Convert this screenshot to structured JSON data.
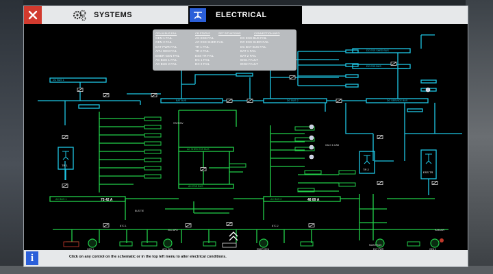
{
  "tabs": {
    "systems_label": "SYSTEMS",
    "electrical_label": "ELECTRICAL",
    "active": "ELECTRICAL"
  },
  "menu": {
    "headers": [
      "GEN & BUS FAIL",
      "CB STATUS",
      "SET SITUATIONS",
      "CONNECTION INFO"
    ],
    "col1": [
      "GEN 1 FAIL",
      "GEN 2 FAIL",
      "EXT PWR FAIL",
      "APU GEN FAIL",
      "EMER GEN FAIL",
      "AC BUS 1 FAIL",
      "AC BUS 2 FAIL"
    ],
    "col2": [
      "AC ESS FAIL",
      "AC ESS SHED FAIL",
      "TR 1 FAIL",
      "TR 2 FAIL",
      "ESS TR FAIL",
      "DC 1 FAIL",
      "DC 2 FAIL"
    ],
    "col3": [
      "DC ESS BUS FAIL",
      "DC ESS SHED FAIL",
      "DC BAT BUS FAIL",
      "BAT 1 FAIL",
      "BAT 2 FAIL",
      "IDG1 FAULT",
      "IDG2 FAULT"
    ]
  },
  "schematic": {
    "bus_labels": [
      "DC BUS 1",
      "BAT BUS",
      "DC BUS 2",
      "DC ESS SHED BUS",
      "DC ESS BUS",
      "DC SERVICE BUS",
      "AC SHED ESS BUS",
      "AC ESS BUS",
      "AC BUS 1",
      "AC BUS 2",
      "TR 1",
      "TR 2",
      "ESS TR"
    ],
    "readouts": [
      "75  42 A",
      "48  89 A"
    ],
    "node_labels": [
      "STAT INV",
      "BUS TIE",
      "BTC 1",
      "BTC 2",
      "GLC APU",
      "EXT PWR",
      "APU GEN",
      "GEN 1",
      "GEN 2",
      "EMER GEN",
      "MAINT BUS",
      "RAM AIR",
      "GALY & CAB"
    ]
  },
  "footer": {
    "hint": "Click on any control on the schematic or in the top left menu to alter electrical conditions."
  },
  "colors": {
    "dc": "#1ec8e6",
    "ac": "#22d14a",
    "accent_blue": "#2b5fd9",
    "close_red": "#d23a2e"
  }
}
